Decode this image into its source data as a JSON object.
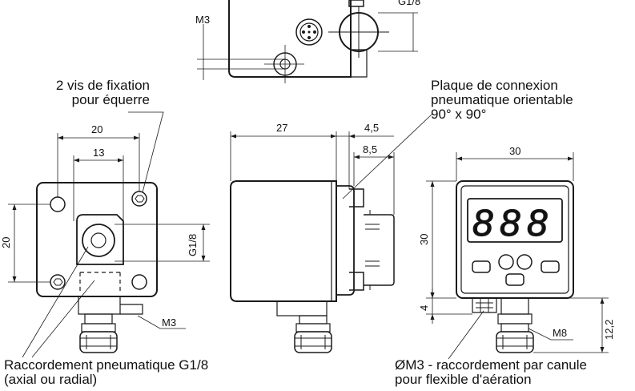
{
  "callouts": {
    "mounting_screws": {
      "line1": "2 vis de fixation",
      "line2": "pour équerre"
    },
    "connection_plate": {
      "line1": "Plaque de connexion",
      "line2": "pneumatique orientable",
      "line3": "90° x 90°"
    },
    "pneumatic_connection": {
      "line1": "Raccordement pneumatique G1/8",
      "line2": "(axial ou radial)"
    },
    "vent_connection": {
      "line1": "ØM3 - raccordement par canule",
      "line2": "pour flexible d'aération"
    }
  },
  "top_view": {
    "thread_label": "M3",
    "port_label": "G1/8"
  },
  "back_view": {
    "width_outer": "20",
    "width_inner": "13",
    "height": "20",
    "port_thread": "G1/8",
    "screw_thread": "M3"
  },
  "side_view": {
    "length": "27",
    "offset_a": "4,5",
    "offset_b": "8,5"
  },
  "front_view": {
    "width": "30",
    "height": "30",
    "base_height": "4",
    "fitting_height": "12,2",
    "fitting_thread": "M8",
    "display_digits": [
      "8",
      "8",
      "8"
    ]
  }
}
